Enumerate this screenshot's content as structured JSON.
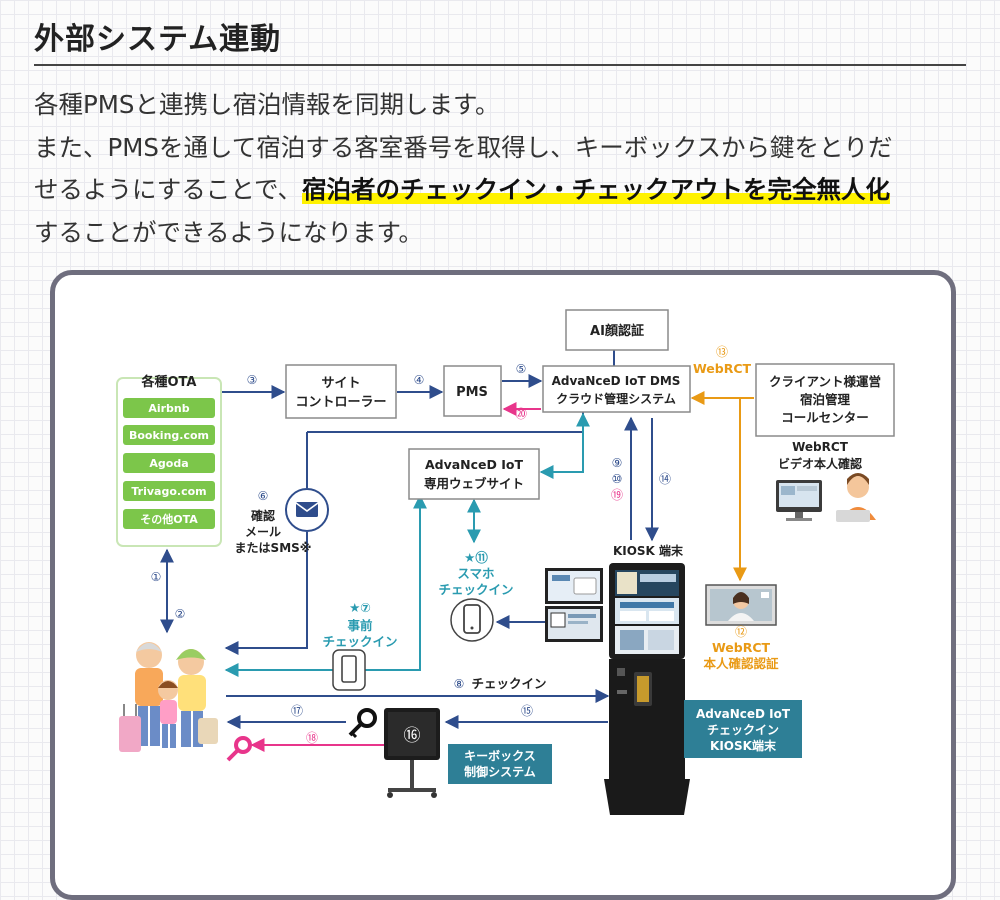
{
  "header": {
    "title": "外部システム連動",
    "intro_line1": "各種PMSと連携し宿泊情報を同期します。",
    "intro_line2": "また、PMSを通して宿泊する客室番号を取得し、キーボックスから鍵をとりだ",
    "intro_line3_pre": "せるようにすることで、",
    "intro_line3_highlight": "宿泊者のチェックイン・チェックアウトを完全無人化",
    "intro_line4": "することができるようになります。"
  },
  "diagram": {
    "ota_title": "各種OTA",
    "ota_items": [
      "Airbnb",
      "Booking.com",
      "Agoda",
      "Trivago.com",
      "その他OTA"
    ],
    "site_controller": [
      "サイト",
      "コントローラー"
    ],
    "pms": "PMS",
    "ai_face": "AI顔認証",
    "dms": [
      "AdvaNceD IoT DMS",
      "クラウド管理システム"
    ],
    "client_center": [
      "クライアント様運営",
      "宿泊管理",
      "コールセンター"
    ],
    "webrct_top": "WebRCT",
    "webrct_video": [
      "WebRCT",
      "ビデオ本人確認"
    ],
    "website": [
      "AdvaNceD IoT",
      "専用ウェブサイト"
    ],
    "confirm_mail": [
      "確認",
      "メール",
      "またはSMS※"
    ],
    "smartphone_checkin": [
      "スマホ",
      "チェックイン"
    ],
    "pre_checkin": [
      "事前",
      "チェックイン"
    ],
    "kiosk_label": "KIOSK 端末",
    "kiosk_device": [
      "AdvaNceD IoT",
      "チェックイン",
      "KIOSK端末"
    ],
    "webrct_auth": [
      "WebRCT",
      "本人確認認証"
    ],
    "checkin_arrow": "チェックイン",
    "keybox_system": [
      "キーボックス",
      "制御システム"
    ],
    "nums": {
      "n1": "①",
      "n2": "②",
      "n3": "③",
      "n4": "④",
      "n5": "⑤",
      "n6": "⑥",
      "n7": "★⑦",
      "n8": "⑧",
      "n9": "⑨",
      "n10": "⑩",
      "n11": "★⑪",
      "n12": "⑫",
      "n13": "⑬",
      "n14": "⑭",
      "n15": "⑮",
      "n16": "⑯",
      "n17": "⑰",
      "n18": "⑱",
      "n19": "⑲",
      "n20": "⑳"
    }
  },
  "colors": {
    "navy": "#2f4d8c",
    "teal": "#2a9bb0",
    "orange": "#e99a15",
    "pink": "#e8358b",
    "ota_green": "#7cc64a",
    "box_teal": "#2e7f96",
    "highlight": "#fff200"
  }
}
